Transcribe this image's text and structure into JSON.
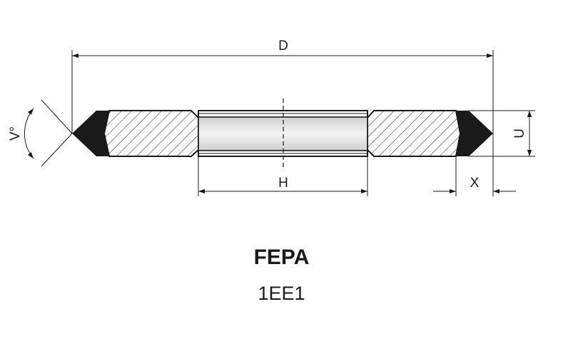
{
  "diagram": {
    "dimensions": {
      "outer_diameter": "D",
      "bore_diameter": "H",
      "thickness": "U",
      "rim_width": "X",
      "angle": "V°"
    }
  },
  "caption": {
    "standard": "FEPA",
    "shape_code": "1EE1"
  },
  "colors": {
    "ink": "#1a1a1a",
    "bore_fill": "#e2e2e2"
  }
}
